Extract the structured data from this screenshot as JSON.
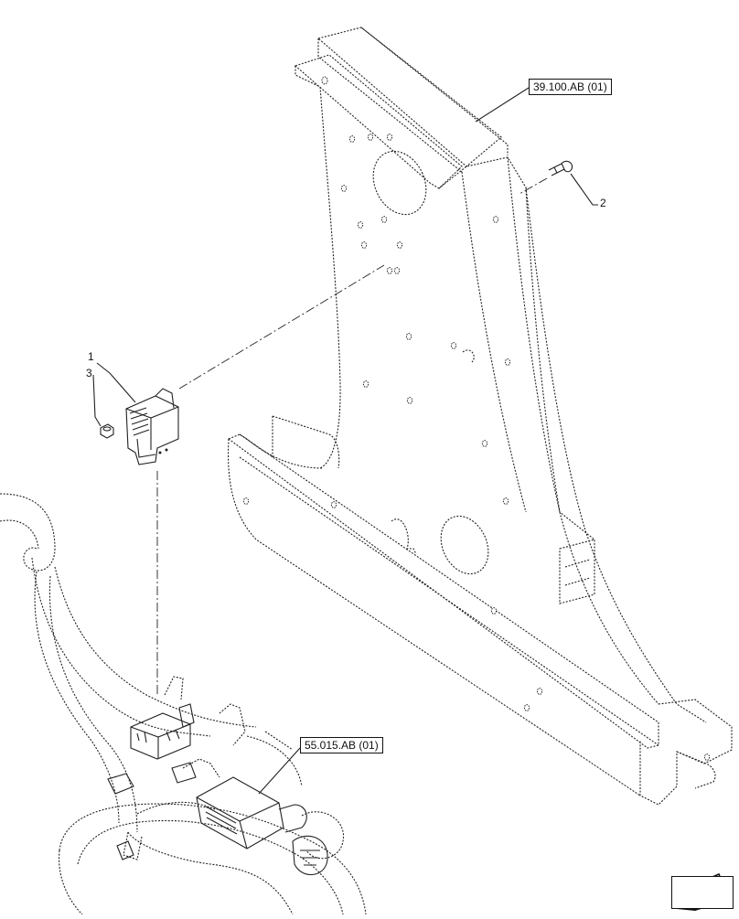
{
  "references": {
    "frame_ref": "39.100.AB (01)",
    "harness_ref": "55.015.AB (01)"
  },
  "callouts": {
    "item_1": "1",
    "item_2": "2",
    "item_3": "3"
  },
  "icons": {
    "nav": "next-page-arrow-icon"
  }
}
